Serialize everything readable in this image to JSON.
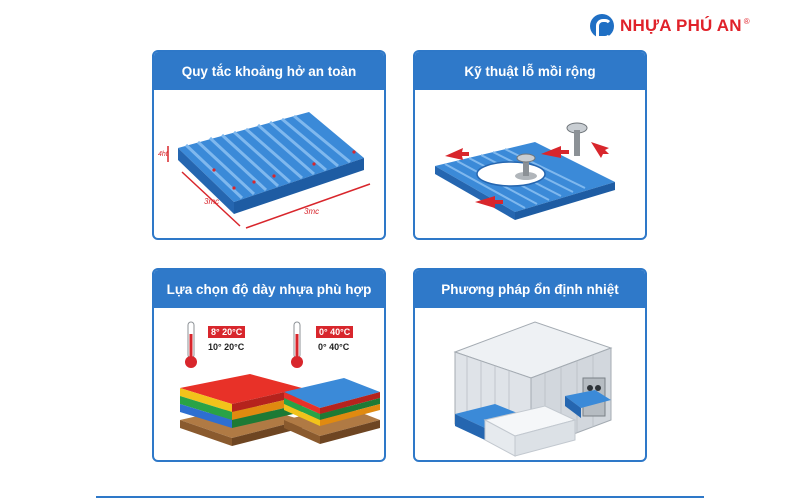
{
  "brand": {
    "name": "NHỰA PHÚ AN",
    "reg_mark": "®"
  },
  "cards": [
    {
      "title": "Quy tắc khoảng hở an toàn",
      "labels": [
        "3mc",
        "3mc",
        "4ht"
      ]
    },
    {
      "title": "Kỹ thuật lỗ mồi rộng"
    },
    {
      "title": "Lựa chọn độ dày nhựa phù hợp",
      "temps": {
        "left_red": "8° 20°C",
        "left_black": "10° 20°C",
        "right_red": "0° 40°C",
        "right_black": "0° 40°C"
      }
    },
    {
      "title": "Phương pháp ổn định nhiệt"
    }
  ],
  "colors": {
    "accent": "#2f79c9",
    "brand_red": "#e0222a"
  }
}
